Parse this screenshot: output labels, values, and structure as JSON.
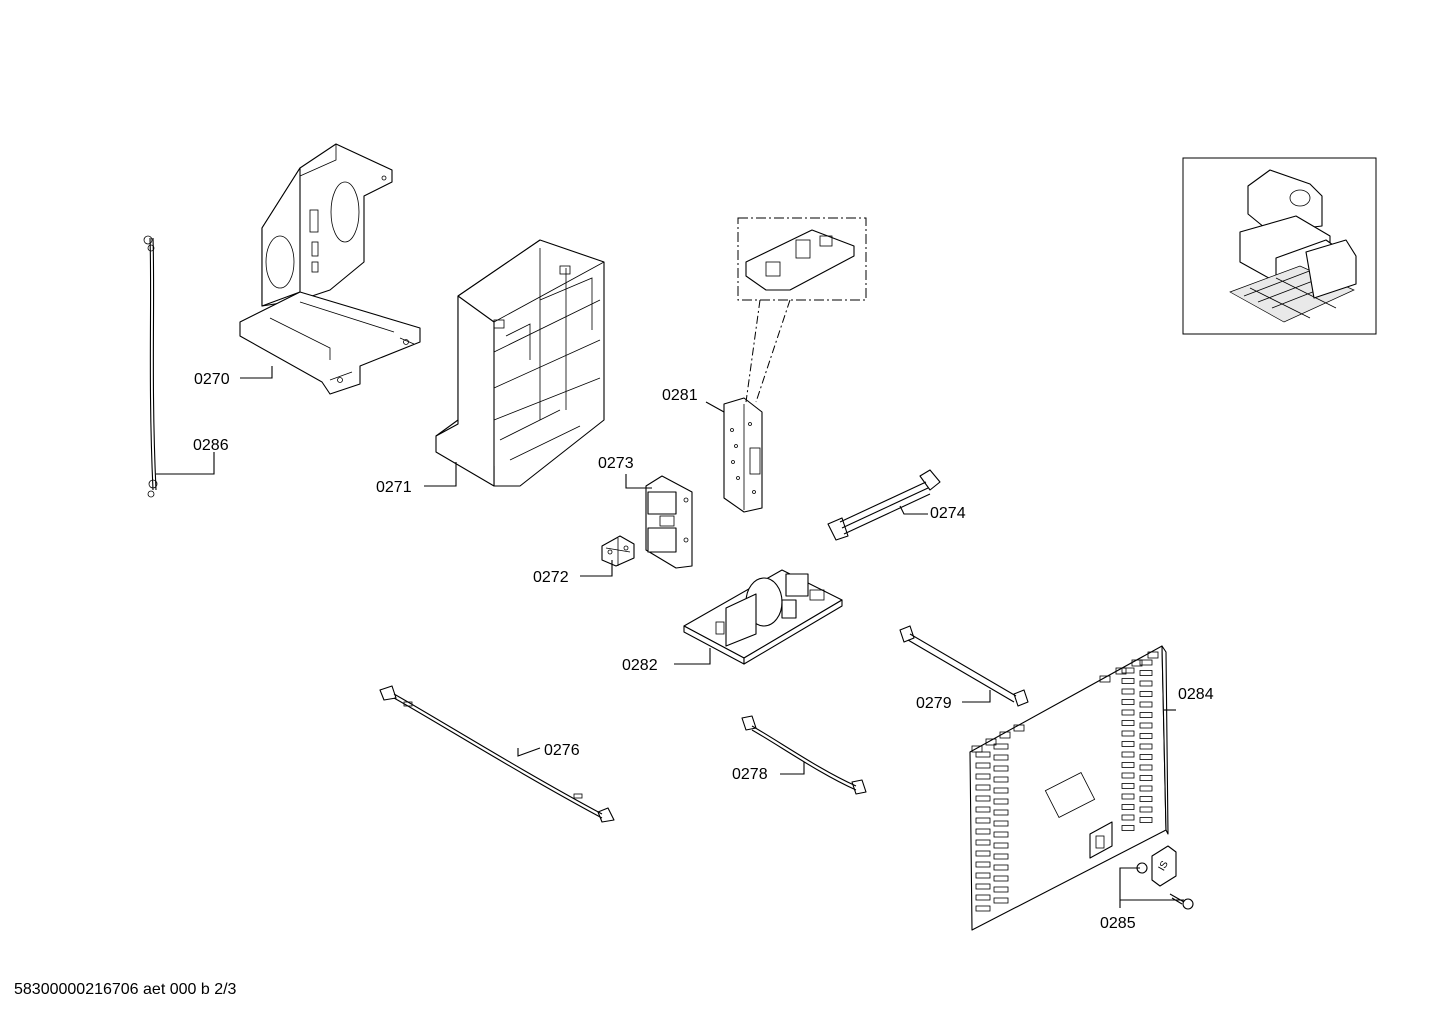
{
  "parts": [
    {
      "id": "p0270",
      "label": "0270"
    },
    {
      "id": "p0271",
      "label": "0271"
    },
    {
      "id": "p0272",
      "label": "0272"
    },
    {
      "id": "p0273",
      "label": "0273"
    },
    {
      "id": "p0274",
      "label": "0274"
    },
    {
      "id": "p0276",
      "label": "0276"
    },
    {
      "id": "p0278",
      "label": "0278"
    },
    {
      "id": "p0279",
      "label": "0279"
    },
    {
      "id": "p0281",
      "label": "0281"
    },
    {
      "id": "p0282",
      "label": "0282"
    },
    {
      "id": "p0284",
      "label": "0284"
    },
    {
      "id": "p0285",
      "label": "0285"
    },
    {
      "id": "p0286",
      "label": "0286"
    }
  ],
  "footer": {
    "doc_code": "58300000216706 aet 000 b 2/3"
  }
}
